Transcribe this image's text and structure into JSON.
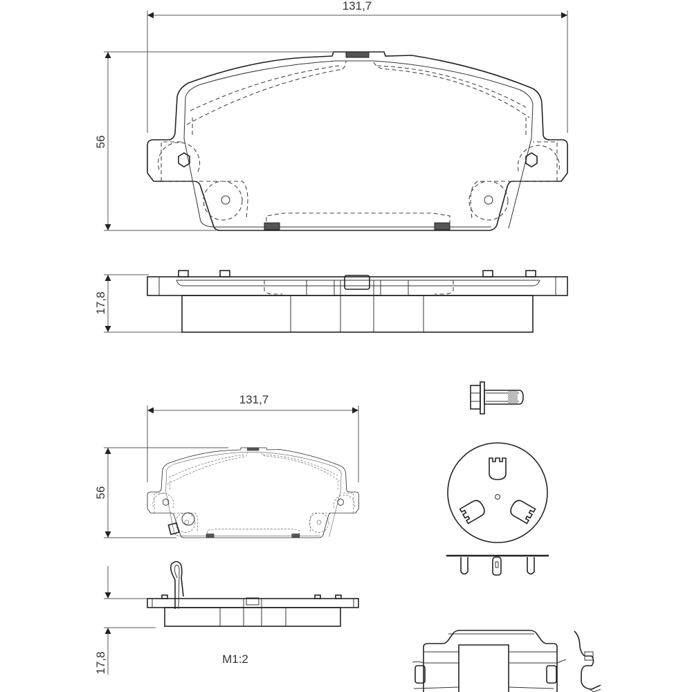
{
  "drawing": {
    "main_pad": {
      "width_label": "131,7",
      "height_label": "56",
      "thickness_label": "17,8"
    },
    "secondary_pad": {
      "width_label": "131,7",
      "height_label": "56",
      "thickness_label": "17,8"
    },
    "scale_label": "M1:2",
    "accessories": [
      "guide-bolt",
      "shim-disc",
      "anti-rattle-clip",
      "wear-indicator-spring"
    ]
  }
}
